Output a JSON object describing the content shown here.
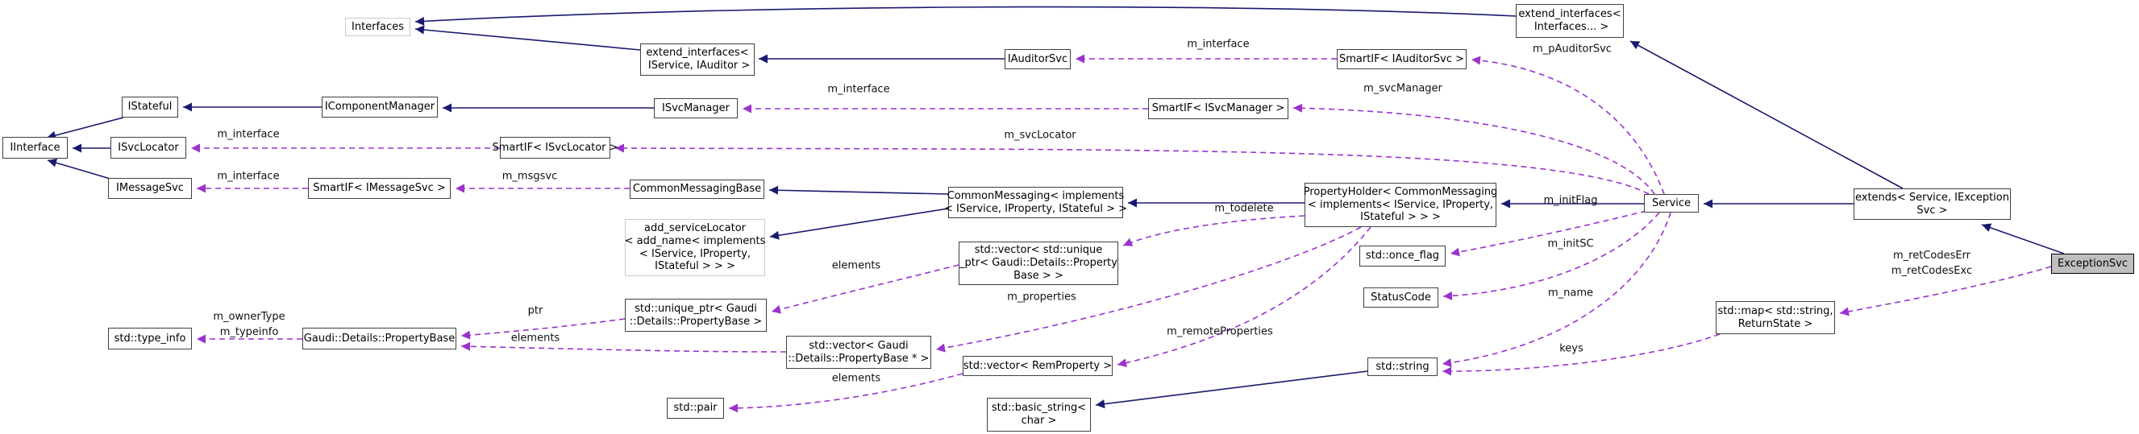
{
  "diagram": {
    "type": "collaboration-graph",
    "colors": {
      "inheritance_edge": "#191970",
      "usage_edge": "#9a32cd",
      "node_border": "#404040",
      "undocumented_node_border": "#c9c9c9",
      "selected_node_fill": "#bfbfbf",
      "node_fill": "#ffffff",
      "label_text": "#101010"
    },
    "nodes": {
      "interfaces": {
        "label": "Interfaces"
      },
      "extend_interfaces_service_auditor": {
        "label": "extend_interfaces<\n IService, IAuditor >"
      },
      "iauditor_svc": {
        "label": "IAuditorSvc"
      },
      "smartif_iauditorsvc": {
        "label": "SmartIF< IAuditorSvc >"
      },
      "extend_interfaces_pack": {
        "label": "extend_interfaces<\n Interfaces... >"
      },
      "istateful": {
        "label": "IStateful"
      },
      "icomponent_manager": {
        "label": "IComponentManager"
      },
      "isvc_manager": {
        "label": "ISvcManager"
      },
      "smartif_isvcmanager": {
        "label": "SmartIF< ISvcManager >"
      },
      "iinterface": {
        "label": "IInterface"
      },
      "isvc_locator": {
        "label": "ISvcLocator"
      },
      "smartif_isvclocator": {
        "label": "SmartIF< ISvcLocator >"
      },
      "imessage_svc": {
        "label": "IMessageSvc"
      },
      "smartif_imessagesvc": {
        "label": "SmartIF< IMessageSvc >"
      },
      "common_messaging_base": {
        "label": "CommonMessagingBase"
      },
      "common_messaging": {
        "label": "CommonMessaging< implements\n< IService, IProperty, IStateful > >"
      },
      "property_holder": {
        "label": "PropertyHolder< CommonMessaging\n< implements< IService, IProperty,\nIStateful > > >"
      },
      "service": {
        "label": "Service"
      },
      "extends_service_iexceptionsvc": {
        "label": "extends< Service, IException\nSvc >"
      },
      "exception_svc": {
        "label": "ExceptionSvc"
      },
      "add_service_locator": {
        "label": "add_serviceLocator\n< add_name< implements\n< IService, IProperty,\nIStateful > > >"
      },
      "vector_unique_ptr_propertybase": {
        "label": "std::vector< std::unique\n_ptr< Gaudi::Details::Property\nBase > >"
      },
      "once_flag": {
        "label": "std::once_flag"
      },
      "status_code": {
        "label": "StatusCode"
      },
      "unique_ptr_propertybase": {
        "label": "std::unique_ptr< Gaudi\n::Details::PropertyBase >"
      },
      "type_info": {
        "label": "std::type_info"
      },
      "property_base": {
        "label": "Gaudi::Details::PropertyBase"
      },
      "vector_propertybase_ptr": {
        "label": "std::vector< Gaudi\n::Details::PropertyBase * >"
      },
      "vector_remproperty": {
        "label": "std::vector< RemProperty >"
      },
      "std_string": {
        "label": "std::string"
      },
      "map_string_returnstate": {
        "label": "std::map< std::string,\nReturnState >"
      },
      "std_pair": {
        "label": "std::pair"
      },
      "basic_string_char": {
        "label": "std::basic_string<\nchar >"
      }
    },
    "edge_labels": {
      "m_interface_isvclocator": "m_interface",
      "m_interface_imessagesvc": "m_interface",
      "m_msgsvc": "m_msgsvc",
      "m_interface_isvcmanager": "m_interface",
      "m_interface_iauditorsvc": "m_interface",
      "m_pauditorsvc": "m_pAuditorSvc",
      "m_svcmanager": "m_svcManager",
      "m_svclocator": "m_svcLocator",
      "m_todelete": "m_todelete",
      "m_properties": "m_properties",
      "m_remoteproperties": "m_remoteProperties",
      "m_initflag": "m_initFlag",
      "m_initsc": "m_initSC",
      "m_name": "m_name",
      "keys": "keys",
      "m_retcodes": "m_retCodesErr\nm_retCodesExc",
      "elements_unique_ptr": "elements",
      "ptr": "ptr",
      "elements_propertybase": "elements",
      "elements_pair": "elements",
      "m_ownertype": "m_ownerType\nm_typeinfo"
    }
  }
}
